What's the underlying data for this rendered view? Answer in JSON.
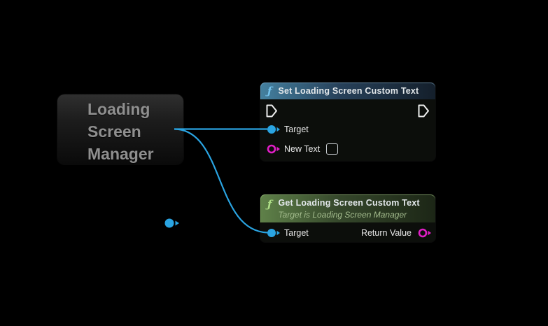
{
  "colors": {
    "background": "#000000",
    "wire_blue": "#2AA4E2",
    "object_pin_blue": "#2AA4E2",
    "text_pin_magenta": "#E01EC6",
    "exec_pin_white": "#EDEDED",
    "set_header_left": "#44809F",
    "get_header_left": "#5F8149"
  },
  "variable_node": {
    "lines": [
      "Loading",
      "Screen",
      "Manager"
    ]
  },
  "set_node": {
    "icon_glyph": "ƒ",
    "title": "Set Loading Screen Custom Text",
    "pins": {
      "target_label": "Target",
      "new_text_label": "New Text",
      "new_text_value": ""
    }
  },
  "get_node": {
    "icon_glyph": "ƒ",
    "title": "Get Loading Screen Custom Text",
    "subtitle": "Target is Loading Screen Manager",
    "pins": {
      "target_label": "Target",
      "return_value_label": "Return Value"
    }
  }
}
